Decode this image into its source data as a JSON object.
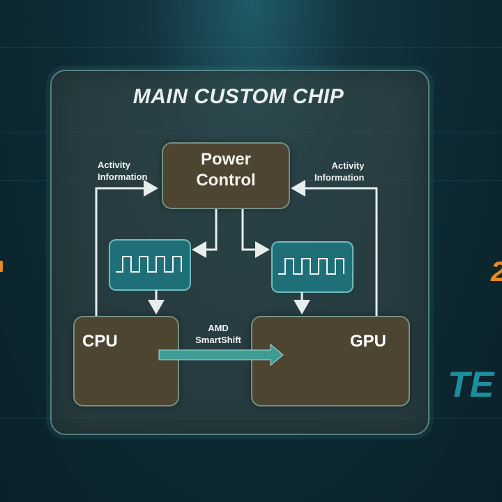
{
  "diagram": {
    "title": "MAIN CUSTOM CHIP",
    "power_control": "Power\nControl",
    "power_line1": "Power",
    "power_line2": "Control",
    "activity_left_1": "Activity",
    "activity_left_2": "Information",
    "activity_right_1": "Activity",
    "activity_right_2": "Information",
    "cpu": "CPU",
    "gpu": "GPU",
    "smartshift_1": "AMD",
    "smartshift_2": "SmartShift"
  },
  "edge": {
    "right_digit": "2",
    "right_word": "TE"
  },
  "colors": {
    "background": "#0d2a33",
    "box_fill": "#4d4432",
    "clock_fill": "#1f6f78",
    "arrow_teal": "#3f9c94",
    "accent_orange": "#e88a1e",
    "accent_teal": "#1e8e9e"
  }
}
